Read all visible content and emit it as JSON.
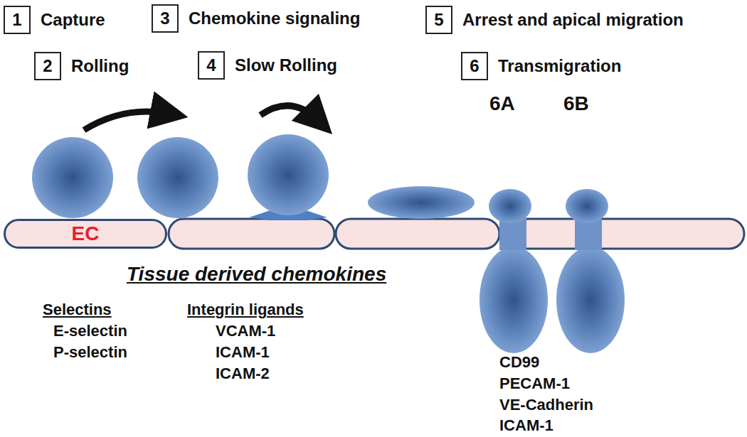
{
  "diagram": {
    "nodes": [
      {
        "text": [
          "1",
          "Capture"
        ]
      },
      {
        "text": [
          "2",
          "Rolling"
        ]
      },
      {
        "text": [
          "3",
          "Chemokine signaling"
        ]
      },
      {
        "text": [
          "4",
          "Slow Rolling"
        ]
      },
      {
        "text": [
          "5",
          "Arrest and apical migration"
        ]
      },
      {
        "text": [
          "6",
          "Transmigration"
        ]
      },
      {
        "text": [
          "EC"
        ]
      }
    ],
    "labels": [
      "6A",
      "6B",
      "Tissue derived chemokines",
      "Selectins",
      "E-selectin",
      "P-selectin",
      "Integrin ligands",
      "VCAM-1",
      "ICAM-1",
      "ICAM-2",
      "CD99",
      "PECAM-1",
      "VE-Cadherin",
      "ICAM-1"
    ]
  }
}
